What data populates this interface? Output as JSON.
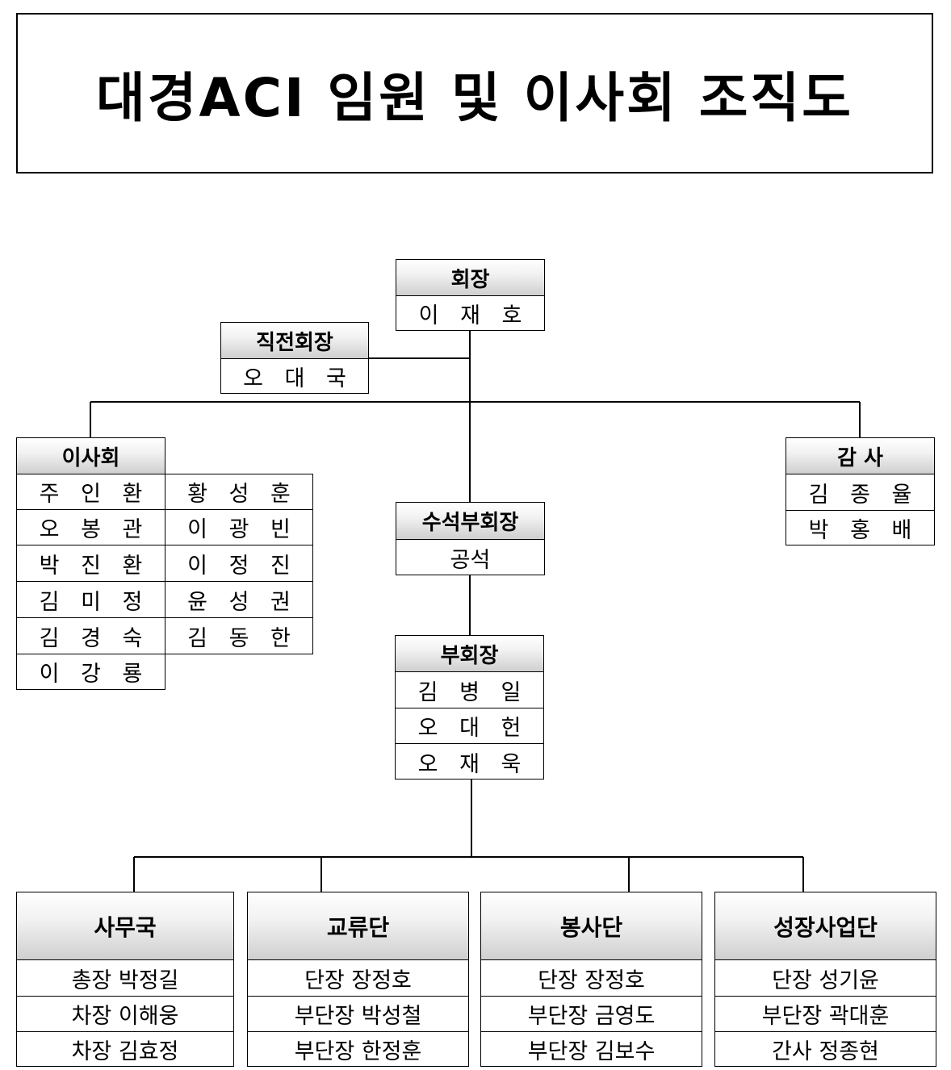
{
  "title": "대경ACI 임원 및 이사회 조직도",
  "president": {
    "title": "회장",
    "name": "이 재 호"
  },
  "former_president": {
    "title": "직전회장",
    "name": "오 대 국"
  },
  "board": {
    "title": "이사회",
    "left": [
      "주 인 환",
      "오 봉 관",
      "박 진 환",
      "김 미 정",
      "김 경 숙",
      "이 강 룡"
    ],
    "right": [
      "황 성 훈",
      "이 광 빈",
      "이 정 진",
      "윤 성 권",
      "김 동 한"
    ]
  },
  "auditor": {
    "title": "감 사",
    "members": [
      "김 종 율",
      "박 홍 배"
    ]
  },
  "senior_vp": {
    "title": "수석부회장",
    "name": "공석"
  },
  "vp": {
    "title": "부회장",
    "members": [
      "김 병 일",
      "오 대 헌",
      "오 재 욱"
    ]
  },
  "divisions": [
    {
      "title": "사무국",
      "members": [
        "총장 박정길",
        "차장 이해웅",
        "차장 김효정"
      ]
    },
    {
      "title": "교류단",
      "members": [
        "단장 장정호",
        "부단장 박성철",
        "부단장 한정훈"
      ]
    },
    {
      "title": "봉사단",
      "members": [
        "단장 장정호",
        "부단장 금영도",
        "부단장 김보수"
      ]
    },
    {
      "title": "성장사업단",
      "members": [
        "단장 성기윤",
        "부단장 곽대훈",
        "간사 정종현"
      ]
    }
  ]
}
